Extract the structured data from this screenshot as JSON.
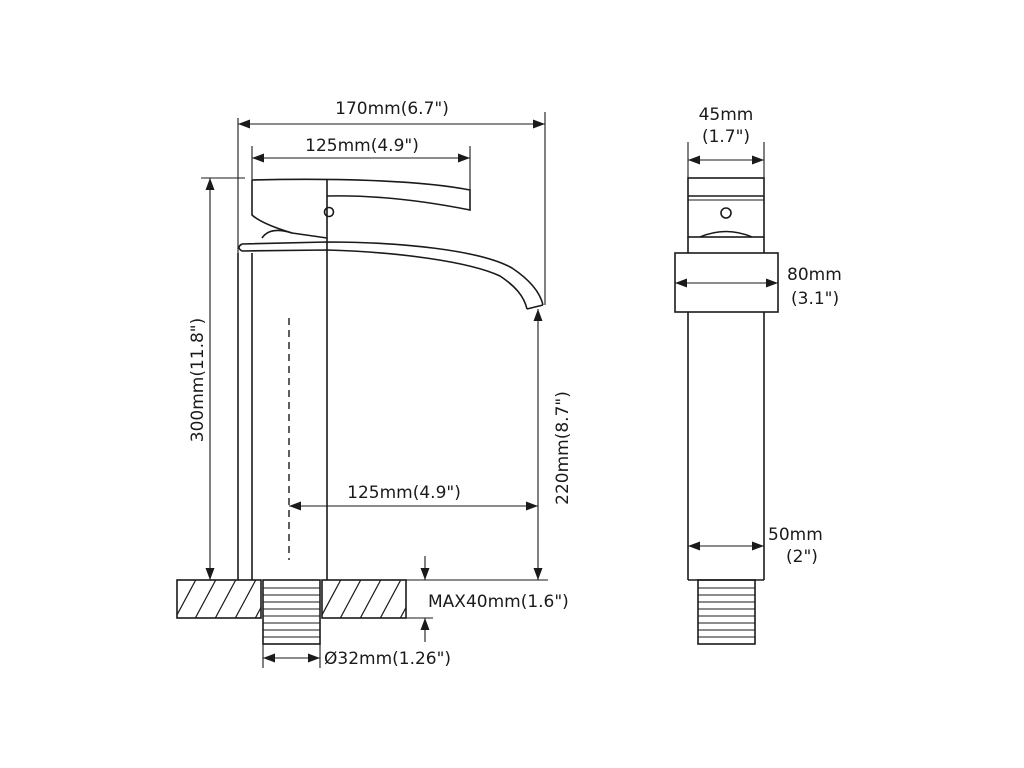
{
  "front_view": {
    "overall_width": "170mm(6.7\")",
    "handle_width": "125mm(4.9\")",
    "total_height": "300mm(11.8\")",
    "spout_height": "220mm(8.7\")",
    "spout_reach": "125mm(4.9\")",
    "max_deck_thickness": "MAX40mm(1.6\")",
    "hole_diameter": "Ø32mm(1.26\")"
  },
  "side_view": {
    "top_width_mm": "45mm",
    "top_width_in": "(1.7\")",
    "body_width_mm": "80mm",
    "body_width_in": "(3.1\")",
    "base_width_mm": "50mm",
    "base_width_in": "(2\")"
  }
}
